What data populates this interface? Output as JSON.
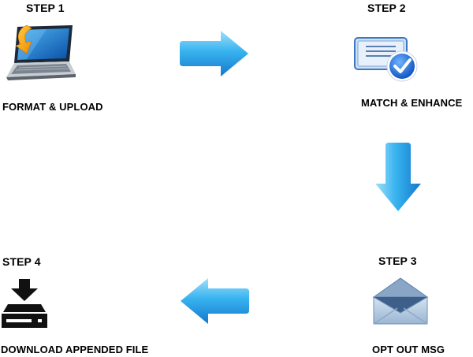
{
  "steps": [
    {
      "number": "STEP 1",
      "title": "FORMAT & UPLOAD",
      "icon": "laptop-upload-icon"
    },
    {
      "number": "STEP 2",
      "title": "MATCH & ENHANCE",
      "icon": "document-check-icon"
    },
    {
      "number": "STEP 3",
      "title": "OPT OUT MSG",
      "icon": "open-envelope-icon"
    },
    {
      "number": "STEP 4",
      "title": "DOWNLOAD APPENDED FILE",
      "icon": "download-tray-icon"
    }
  ],
  "arrows": [
    {
      "from": "STEP 1",
      "to": "STEP 2",
      "direction": "right"
    },
    {
      "from": "STEP 2",
      "to": "STEP 3",
      "direction": "down"
    },
    {
      "from": "STEP 3",
      "to": "STEP 4",
      "direction": "left"
    }
  ],
  "colors": {
    "arrow_light": "#7fd4f7",
    "arrow_dark": "#1a86d6",
    "text": "#000000"
  }
}
